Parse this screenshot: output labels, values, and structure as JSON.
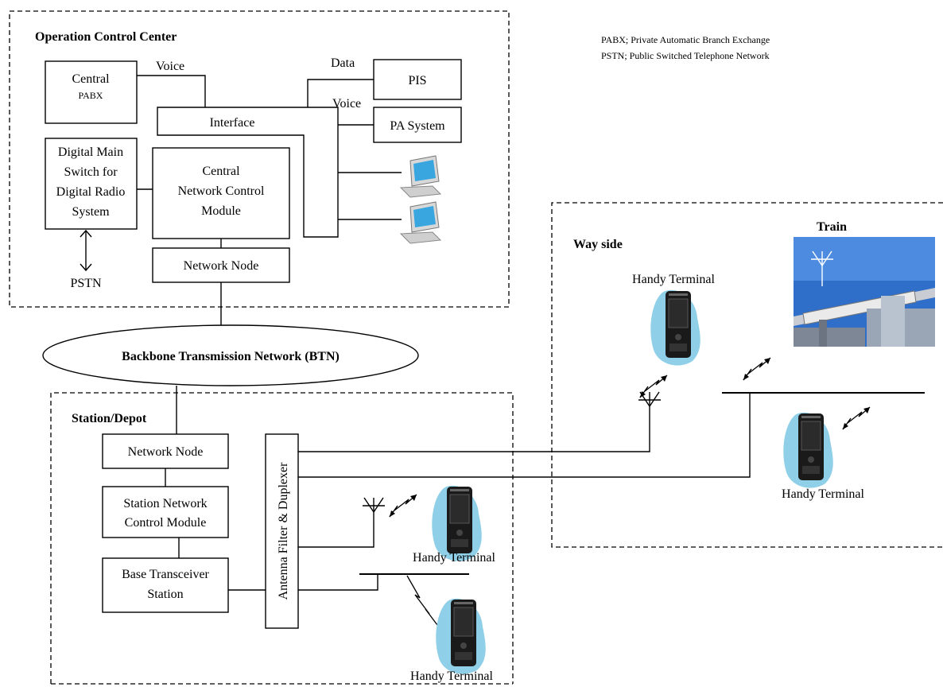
{
  "legend": {
    "pabx": "PABX;  Private Automatic Branch Exchange",
    "pstn": "PSTN;  Public Switched Telephone Network"
  },
  "occ": {
    "title": "Operation Control Center",
    "central_pabx_line1": "Central",
    "central_pabx_line2": "PABX",
    "voice_label_1": "Voice",
    "data_label": "Data",
    "voice_label_2": "Voice",
    "pis": "PIS",
    "pa_system": "PA System",
    "interface": "Interface",
    "digital_switch_line1": "Digital Main",
    "digital_switch_line2": "Switch  for",
    "digital_switch_line3": "Digital Radio",
    "digital_switch_line4": "System",
    "cncm_line1": "Central",
    "cncm_line2": "Network Control",
    "cncm_line3": "Module",
    "network_node": "Network Node",
    "pstn": "PSTN"
  },
  "btn": {
    "label": "Backbone Transmission Network (BTN)"
  },
  "station": {
    "title": "Station/Depot",
    "network_node": "Network Node",
    "sncm_line1": "Station Network",
    "sncm_line2": "Control Module",
    "bts_line1": "Base Transceiver",
    "bts_line2": "Station",
    "antenna_filter": "Antenna Filter & Duplexer",
    "handy_terminal_1": "Handy Terminal",
    "handy_terminal_2": "Handy Terminal"
  },
  "wayside": {
    "title": "Way side",
    "train": "Train",
    "handy_terminal_1": "Handy Terminal",
    "handy_terminal_2": "Handy Terminal"
  },
  "colors": {
    "phone_blob": "#8fd0e8",
    "phone_body": "#1a1a1a",
    "sky": "#2f6fc9",
    "monitor": "#3aa6e0"
  }
}
